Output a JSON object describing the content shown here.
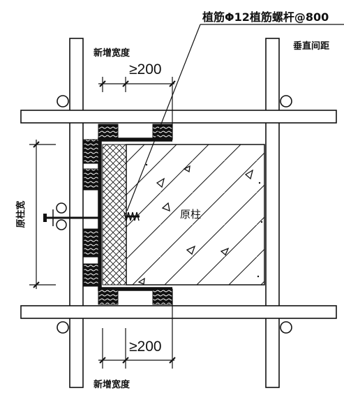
{
  "labels": {
    "anchor_note": "植筋Φ12植筋螺杆@800",
    "spacing_note": "垂直间距",
    "new_width_top": "新增宽度",
    "new_width_bottom": "新增宽度",
    "dim_top": "≥200",
    "dim_bottom": "≥200",
    "column_width": "原柱宽",
    "original_column": "原柱"
  },
  "colors": {
    "line": "#111111",
    "background": "#ffffff"
  }
}
